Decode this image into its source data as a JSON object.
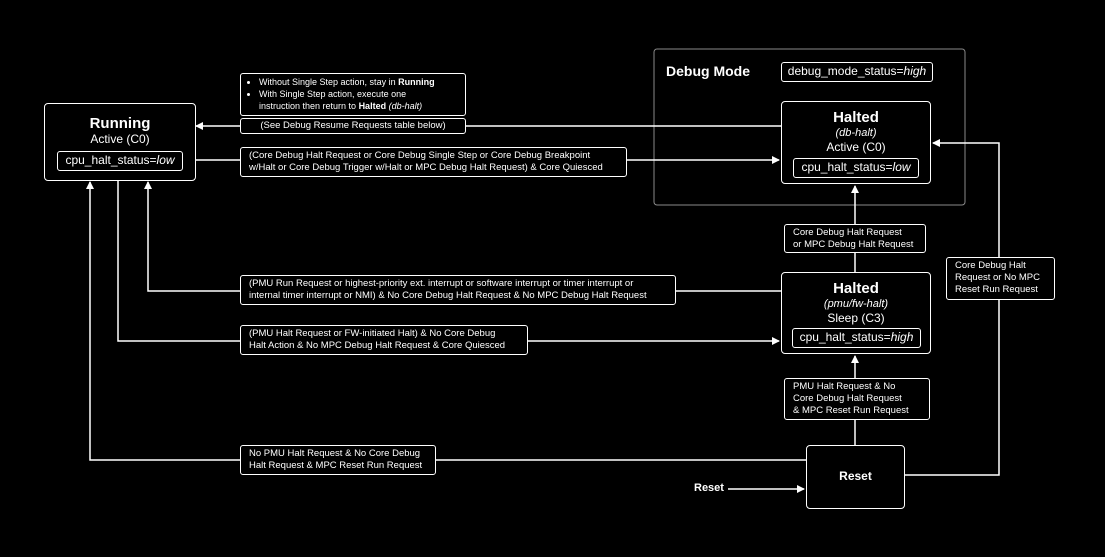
{
  "debug_mode": {
    "title": "Debug Mode",
    "status_prefix": "debug_mode_status=",
    "status_value": "high"
  },
  "states": {
    "running": {
      "title": "Running",
      "subtitle": "Active (C0)",
      "status_prefix": "cpu_halt_status=",
      "status_value": "low"
    },
    "halted_debug": {
      "title": "Halted",
      "mode": "(db-halt)",
      "subtitle": "Active (C0)",
      "status_prefix": "cpu_halt_status=",
      "status_value": "low"
    },
    "halted_sleep": {
      "title": "Halted",
      "mode": "(pmu/fw-halt)",
      "subtitle": "Sleep (C3)",
      "status_prefix": "cpu_halt_status=",
      "status_value": "high"
    },
    "reset": {
      "title": "Reset"
    }
  },
  "reset_input": "Reset",
  "notes": {
    "item1_pre": "Without Single Step action, stay in ",
    "item1_bold": "Running",
    "item2_line1": "With Single Step action, execute one",
    "item2_line2_pre": "instruction then return to ",
    "item2_bold": "Halted",
    "item2_italic": "(db-halt)"
  },
  "transitions": {
    "resume": "(See Debug Resume Requests table below)",
    "to_debug_l1": "(Core Debug Halt Request or Core Debug Single Step or Core Debug Breakpoint",
    "to_debug_l2": "w/Halt or Core Debug Trigger w/Halt or MPC Debug Halt Request) & Core Quiesced",
    "wake_l1": "(PMU Run Request or highest-priority ext. interrupt or software interrupt or timer interrupt or",
    "wake_l2": "internal timer interrupt or NMI) & No Core Debug Halt Request & No MPC Debug Halt Request",
    "sleep_l1": "(PMU Halt Request or FW-initiated Halt) & No Core Debug",
    "sleep_l2": "Halt Action & No MPC Debug Halt Request & Core Quiesced",
    "sleep_to_debug_l1": "Core Debug Halt Request",
    "sleep_to_debug_l2": "or MPC Debug Halt Request",
    "reset_to_sleep_l1": "PMU Halt Request & No",
    "reset_to_sleep_l2": "Core Debug Halt Request",
    "reset_to_sleep_l3": "& MPC Reset Run Request",
    "reset_to_run_l1": "No PMU Halt Request & No Core Debug",
    "reset_to_run_l2": "Halt Request & MPC Reset Run Request",
    "reset_to_debug_l1": "Core Debug Halt",
    "reset_to_debug_l2": "Request or No MPC",
    "reset_to_debug_l3": "Reset Run Request"
  }
}
